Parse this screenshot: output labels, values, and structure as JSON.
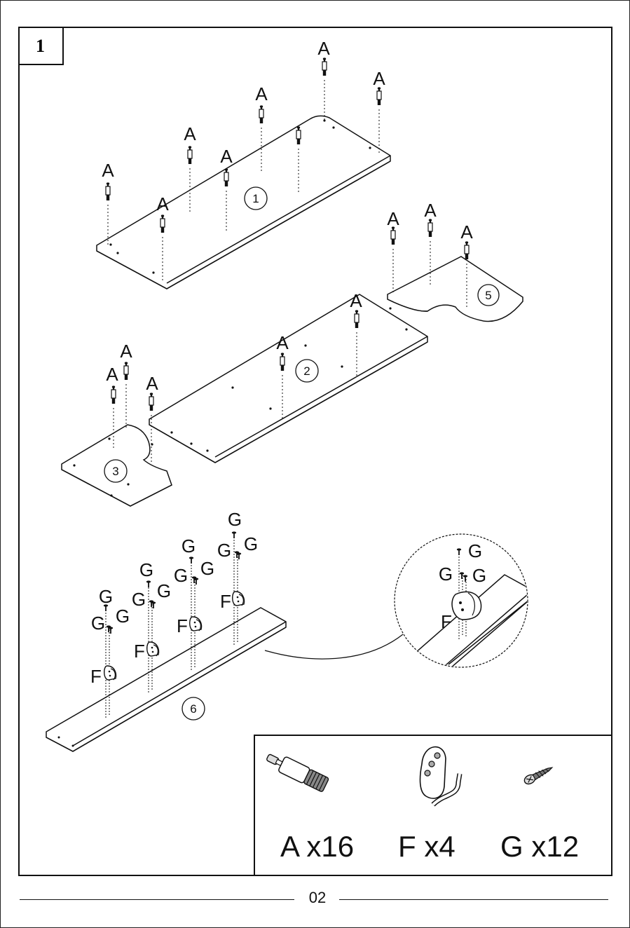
{
  "step": {
    "number": "1"
  },
  "labels": {
    "dowel": "A",
    "hook": "F",
    "screw": "G"
  },
  "panels": [
    "1",
    "2",
    "3",
    "5",
    "6"
  ],
  "parts": [
    {
      "letter": "A",
      "quantity": "x16",
      "text": "A x16",
      "icon": "dowel-icon"
    },
    {
      "letter": "F",
      "quantity": "x4",
      "text": "F x4",
      "icon": "hook-icon"
    },
    {
      "letter": "G",
      "quantity": "x12",
      "text": "G x12",
      "icon": "screw-icon"
    }
  ],
  "footer": {
    "page_number": "02"
  }
}
